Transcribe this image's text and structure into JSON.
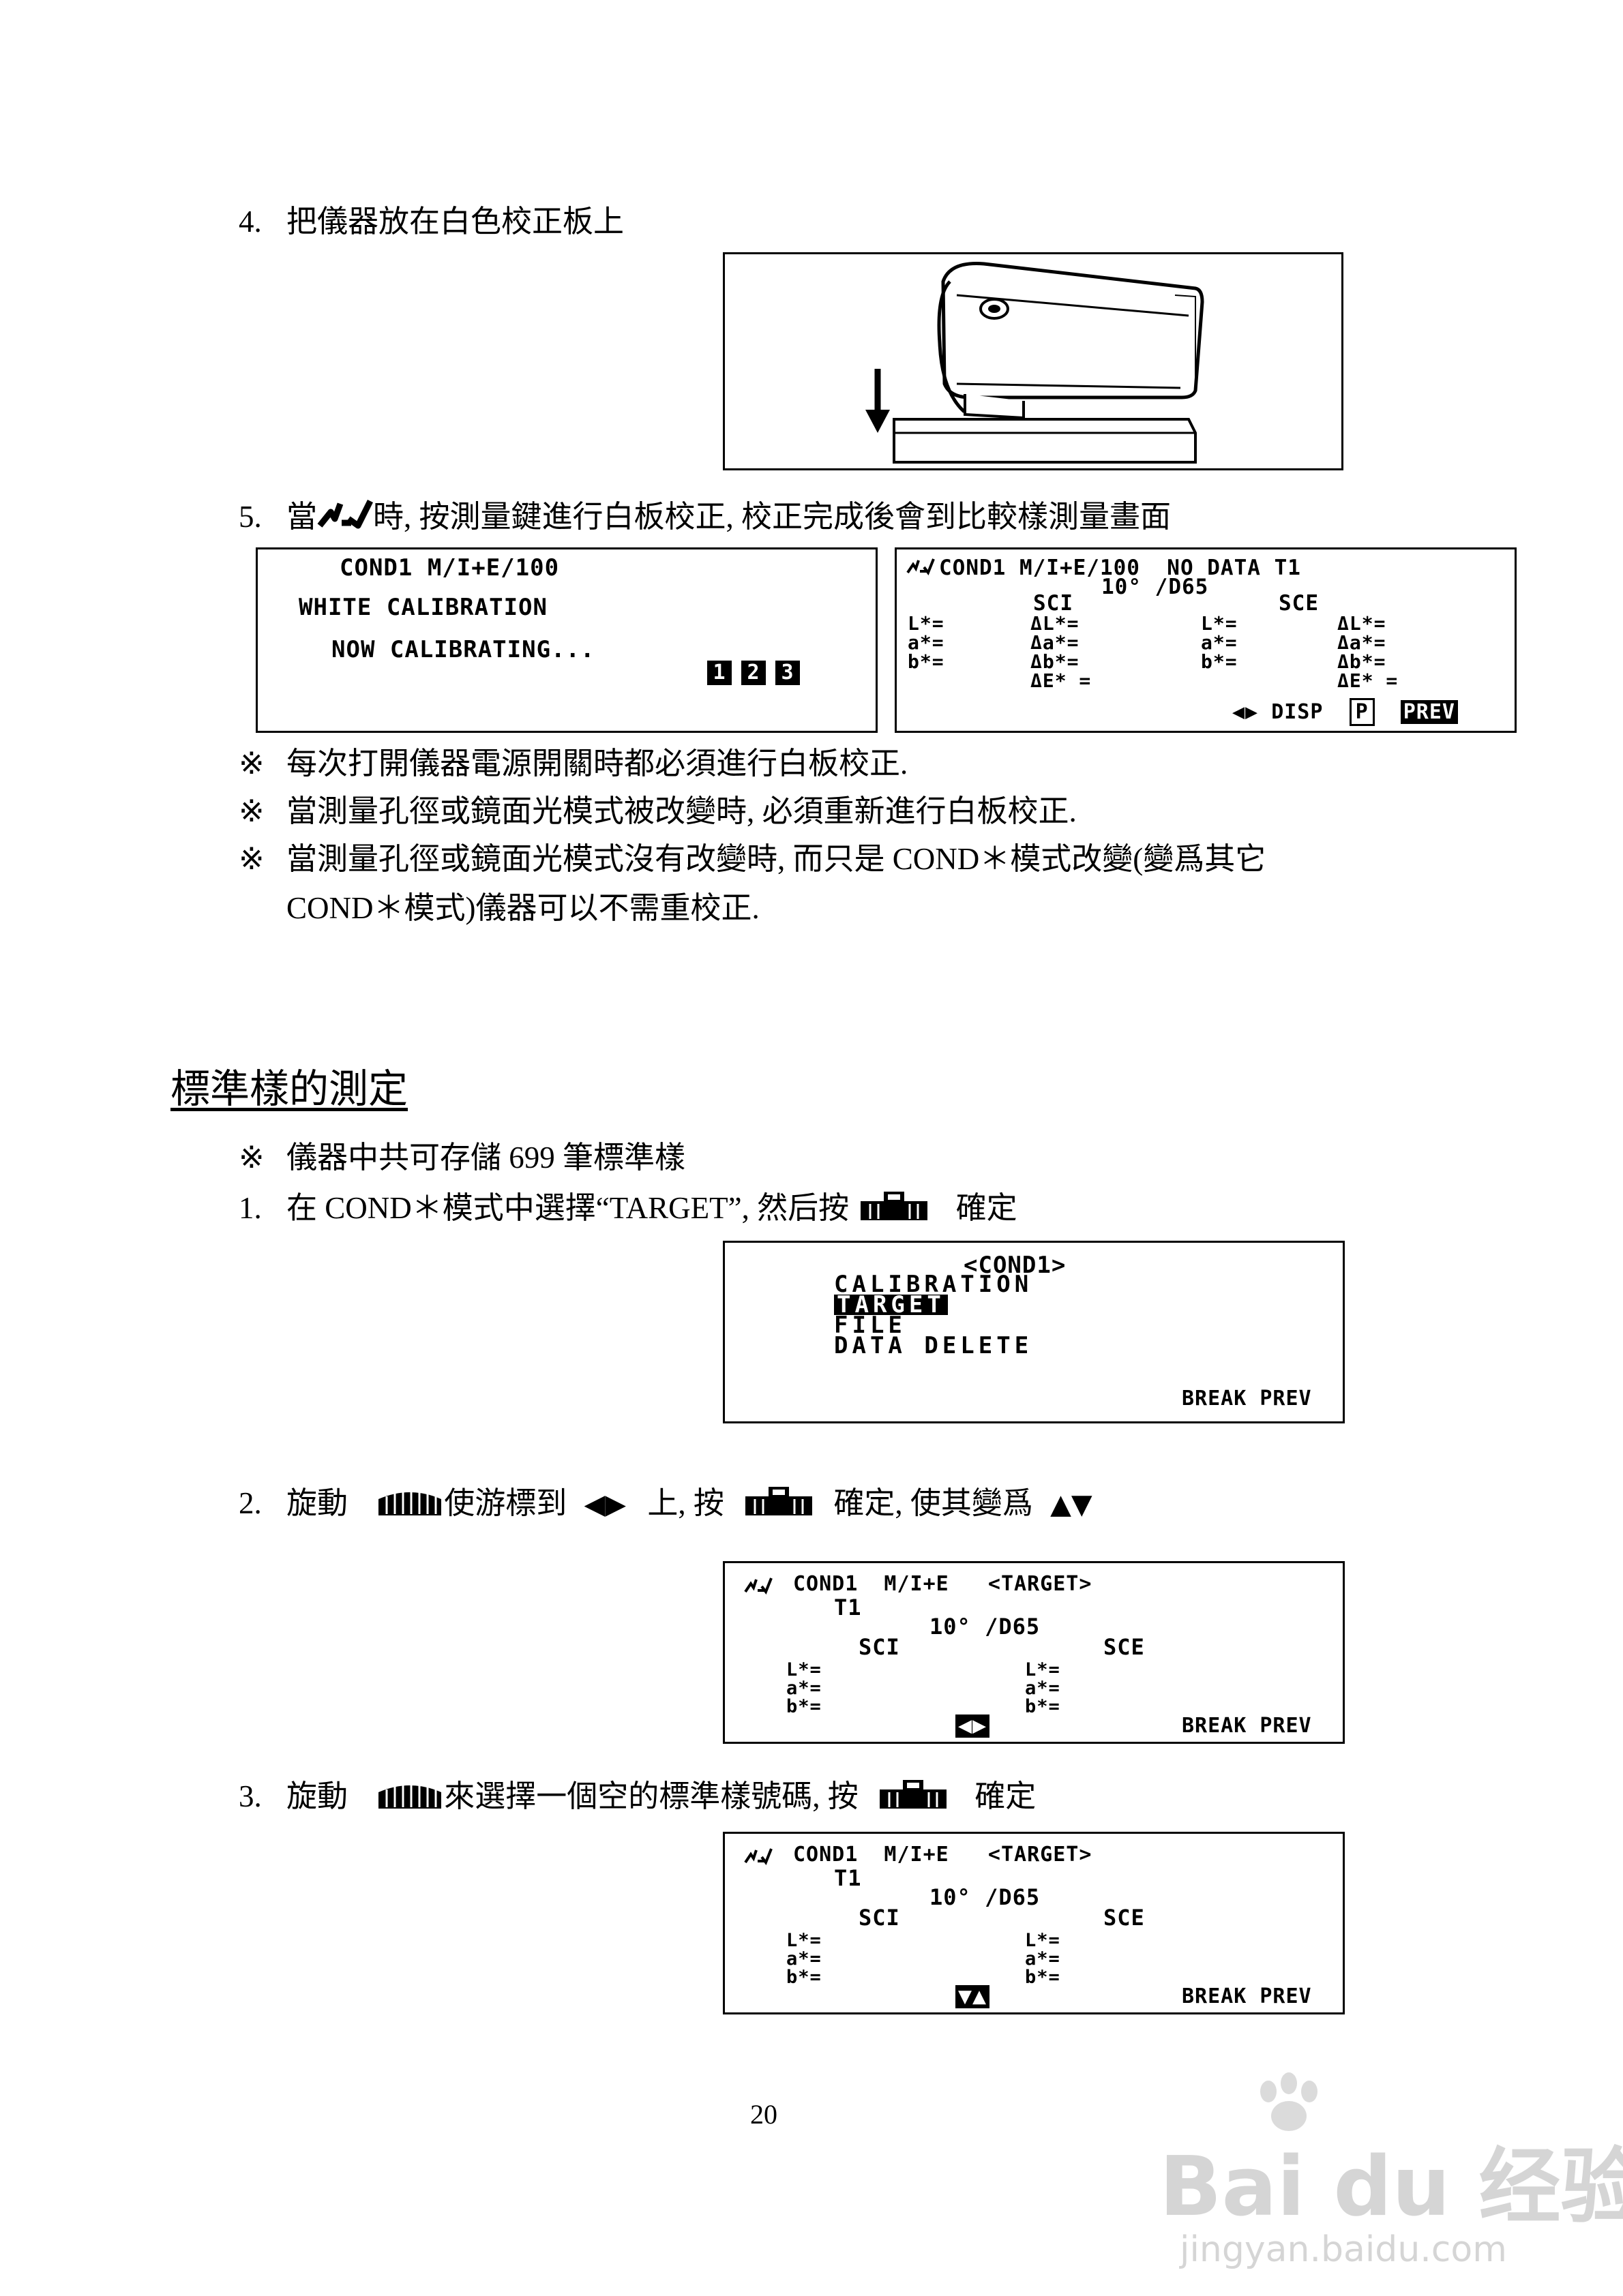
{
  "step4": {
    "num": "4.",
    "text": "把儀器放在白色校正板上"
  },
  "step5": {
    "num": "5.",
    "text_before": "當",
    "text_after": "時, 按測量鍵進行白板校正, 校正完成後會到比較樣測量畫面"
  },
  "lcd_calibration": {
    "line1": "COND1 M/I+E/100",
    "line2": "WHITE CALIBRATION",
    "line3": "NOW CALIBRATING...",
    "keys": [
      "1",
      "2",
      "3"
    ]
  },
  "lcd_measure": {
    "line1": "COND1 M/I+E/100  NO DATA T1",
    "line2": "10° /D65",
    "sci": "SCI",
    "sce": "SCE",
    "rows": [
      [
        "L*=",
        "ΔL*=",
        "L*=",
        "ΔL*="
      ],
      [
        "a*=",
        "Δa*=",
        "a*=",
        "Δa*="
      ],
      [
        "b*=",
        "Δb*=",
        "b*=",
        "Δb*="
      ],
      [
        "",
        "ΔE* =",
        "",
        "ΔE* ="
      ]
    ],
    "footer_arrows": "◀▶",
    "footer_disp": "DISP",
    "footer_p": "P",
    "footer_prev": "PREV"
  },
  "notes": [
    {
      "mark": "※",
      "text": "每次打開儀器電源開關時都必須進行白板校正."
    },
    {
      "mark": "※",
      "text": "當測量孔徑或鏡面光模式被改變時, 必須重新進行白板校正."
    },
    {
      "mark": "※",
      "text": "當測量孔徑或鏡面光模式沒有改變時, 而只是  COND＊模式改變(變爲其它"
    },
    {
      "mark": "",
      "text": "COND＊模式)儀器可以不需重校正."
    }
  ],
  "section_title": "標準樣的測定",
  "section_note": {
    "mark": "※",
    "text": "儀器中共可存儲 699 筆標準樣"
  },
  "s1": {
    "num": "1.",
    "text": "在 COND＊模式中選擇“TARGET”, 然后按",
    "text_end": "確定"
  },
  "lcd_menu": {
    "title": "<COND1>",
    "items": [
      "CALIBRATION",
      "TARGET",
      "FILE",
      "DATA DELETE"
    ],
    "selected": "TARGET",
    "footer": "BREAK PREV"
  },
  "s2": {
    "num": "2.",
    "t1": "旋動",
    "t2": "使游標到",
    "arrows": "◀▶",
    "t3": "上, 按",
    "t4": "確定, 使其變爲",
    "arrows2": "▲▼"
  },
  "lcd_target1": {
    "line1": "COND1  M/I+E   <TARGET>",
    "t1": "T1",
    "obs": "10° /D65",
    "sci": "SCI",
    "sce": "SCE",
    "rows": [
      [
        "L*=",
        "L*="
      ],
      [
        "a*=",
        "a*="
      ],
      [
        "b*=",
        "b*="
      ]
    ],
    "arrows": "◀▶",
    "footer": "BREAK PREV"
  },
  "s3": {
    "num": "3.",
    "t1": "旋動",
    "t2": "來選擇一個空的標準樣號碼, 按",
    "t3": "確定"
  },
  "lcd_target2": {
    "line1": "COND1  M/I+E   <TARGET>",
    "t1": "T1",
    "obs": "10° /D65",
    "sci": "SCI",
    "sce": "SCE",
    "rows": [
      [
        "L*=",
        "L*="
      ],
      [
        "a*=",
        "a*="
      ],
      [
        "b*=",
        "b*="
      ]
    ],
    "arrows": "▼▲",
    "footer": "BREAK PREV"
  },
  "page_number": "20",
  "watermark": {
    "logo": "Bai du 经验",
    "url": "jingyan.baidu.com"
  }
}
